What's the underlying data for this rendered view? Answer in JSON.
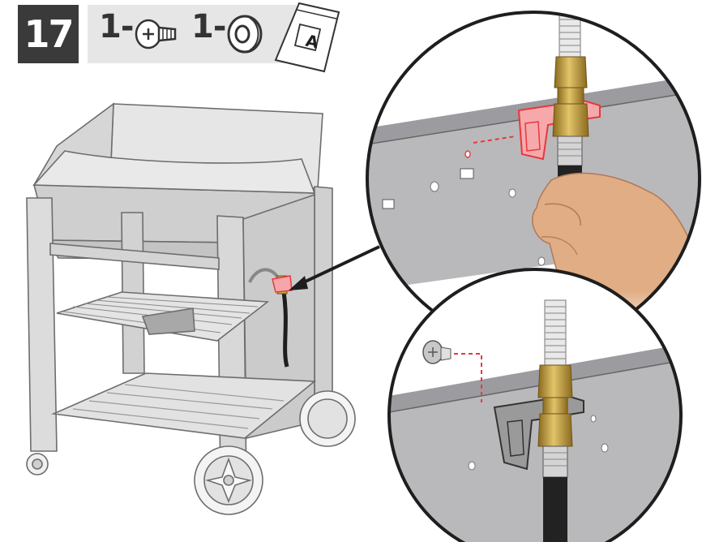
{
  "step": {
    "number": "17"
  },
  "parts": [
    {
      "quantity": "1-",
      "icon": "screw-icon"
    },
    {
      "quantity": "1-",
      "icon": "washer-icon"
    }
  ],
  "hardware_bag": {
    "label": "A",
    "icon": "hardware-bag-icon"
  },
  "colors": {
    "step_badge": "#3a3a3a",
    "parts_band": "#e6e6e6",
    "highlight_red": "#e8383d",
    "brass": "#c9a441",
    "panel_gray": "#b9b9bb",
    "skin": "#e0ad84"
  },
  "illustrations": [
    "grill-cart",
    "detail-hose-bracket-hand",
    "detail-bracket-screw"
  ]
}
